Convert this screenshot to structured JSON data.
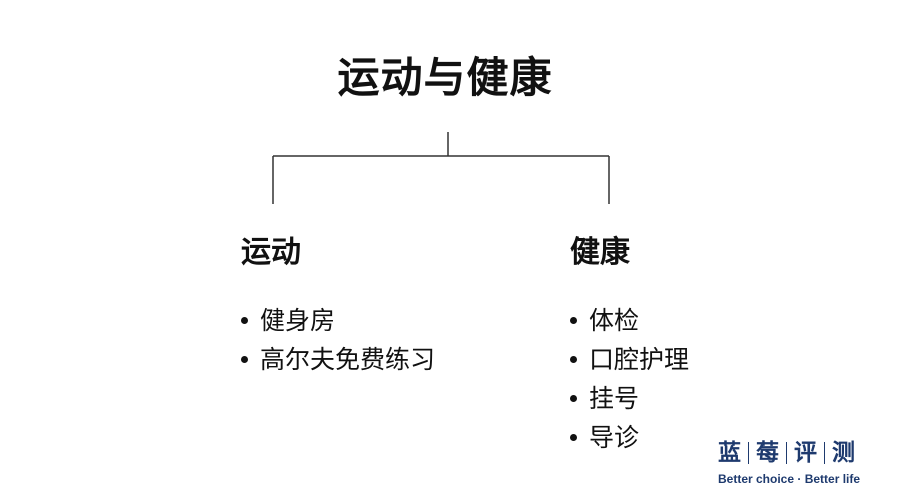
{
  "title": "运动与健康",
  "branches": [
    {
      "title": "运动",
      "items": [
        "健身房",
        "高尔夫免费练习"
      ]
    },
    {
      "title": "健康",
      "items": [
        "体检",
        "口腔护理",
        "挂号",
        "导诊"
      ]
    }
  ],
  "watermark": {
    "chars": [
      "蓝",
      "莓",
      "评",
      "测"
    ],
    "slogan": "Better choice · Better life"
  },
  "colors": {
    "text": "#111111",
    "line": "#333333",
    "brand": "#1e3a6e"
  }
}
